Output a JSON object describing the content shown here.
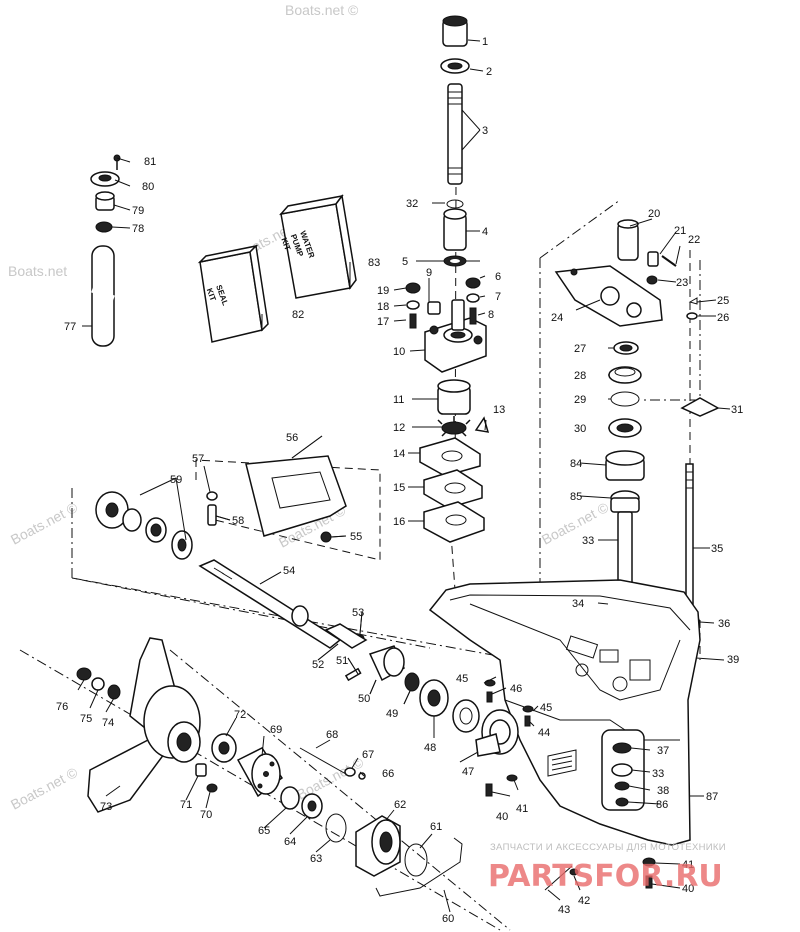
{
  "watermarks": [
    "Boats.net",
    "Boats.net ©"
  ],
  "branding": {
    "tagline": "ЗАПЧАСТИ И АКСЕССУАРЫ ДЛЯ МОТОТЕХНИКИ",
    "logo_text": "PARTSFOR.RU",
    "logo_color": "#e86a6a"
  },
  "kits": {
    "water_pump": [
      "WATER",
      "PUMP",
      "KIT"
    ],
    "seal": [
      "SEAL",
      "KIT"
    ]
  },
  "callouts": [
    "1",
    "2",
    "3",
    "4",
    "5",
    "6",
    "7",
    "8",
    "9",
    "10",
    "11",
    "12",
    "13",
    "14",
    "15",
    "16",
    "17",
    "18",
    "19",
    "20",
    "21",
    "22",
    "23",
    "24",
    "25",
    "26",
    "27",
    "28",
    "29",
    "30",
    "31",
    "32",
    "33",
    "34",
    "35",
    "36",
    "37",
    "38",
    "39",
    "40",
    "41",
    "42",
    "43",
    "44",
    "45",
    "46",
    "47",
    "48",
    "49",
    "50",
    "51",
    "52",
    "53",
    "54",
    "55",
    "56",
    "57",
    "58",
    "59",
    "60",
    "61",
    "62",
    "63",
    "64",
    "65",
    "66",
    "67",
    "68",
    "69",
    "70",
    "71",
    "72",
    "73",
    "74",
    "75",
    "76",
    "77",
    "78",
    "79",
    "80",
    "81",
    "82",
    "83",
    "84",
    "85",
    "86",
    "87"
  ]
}
